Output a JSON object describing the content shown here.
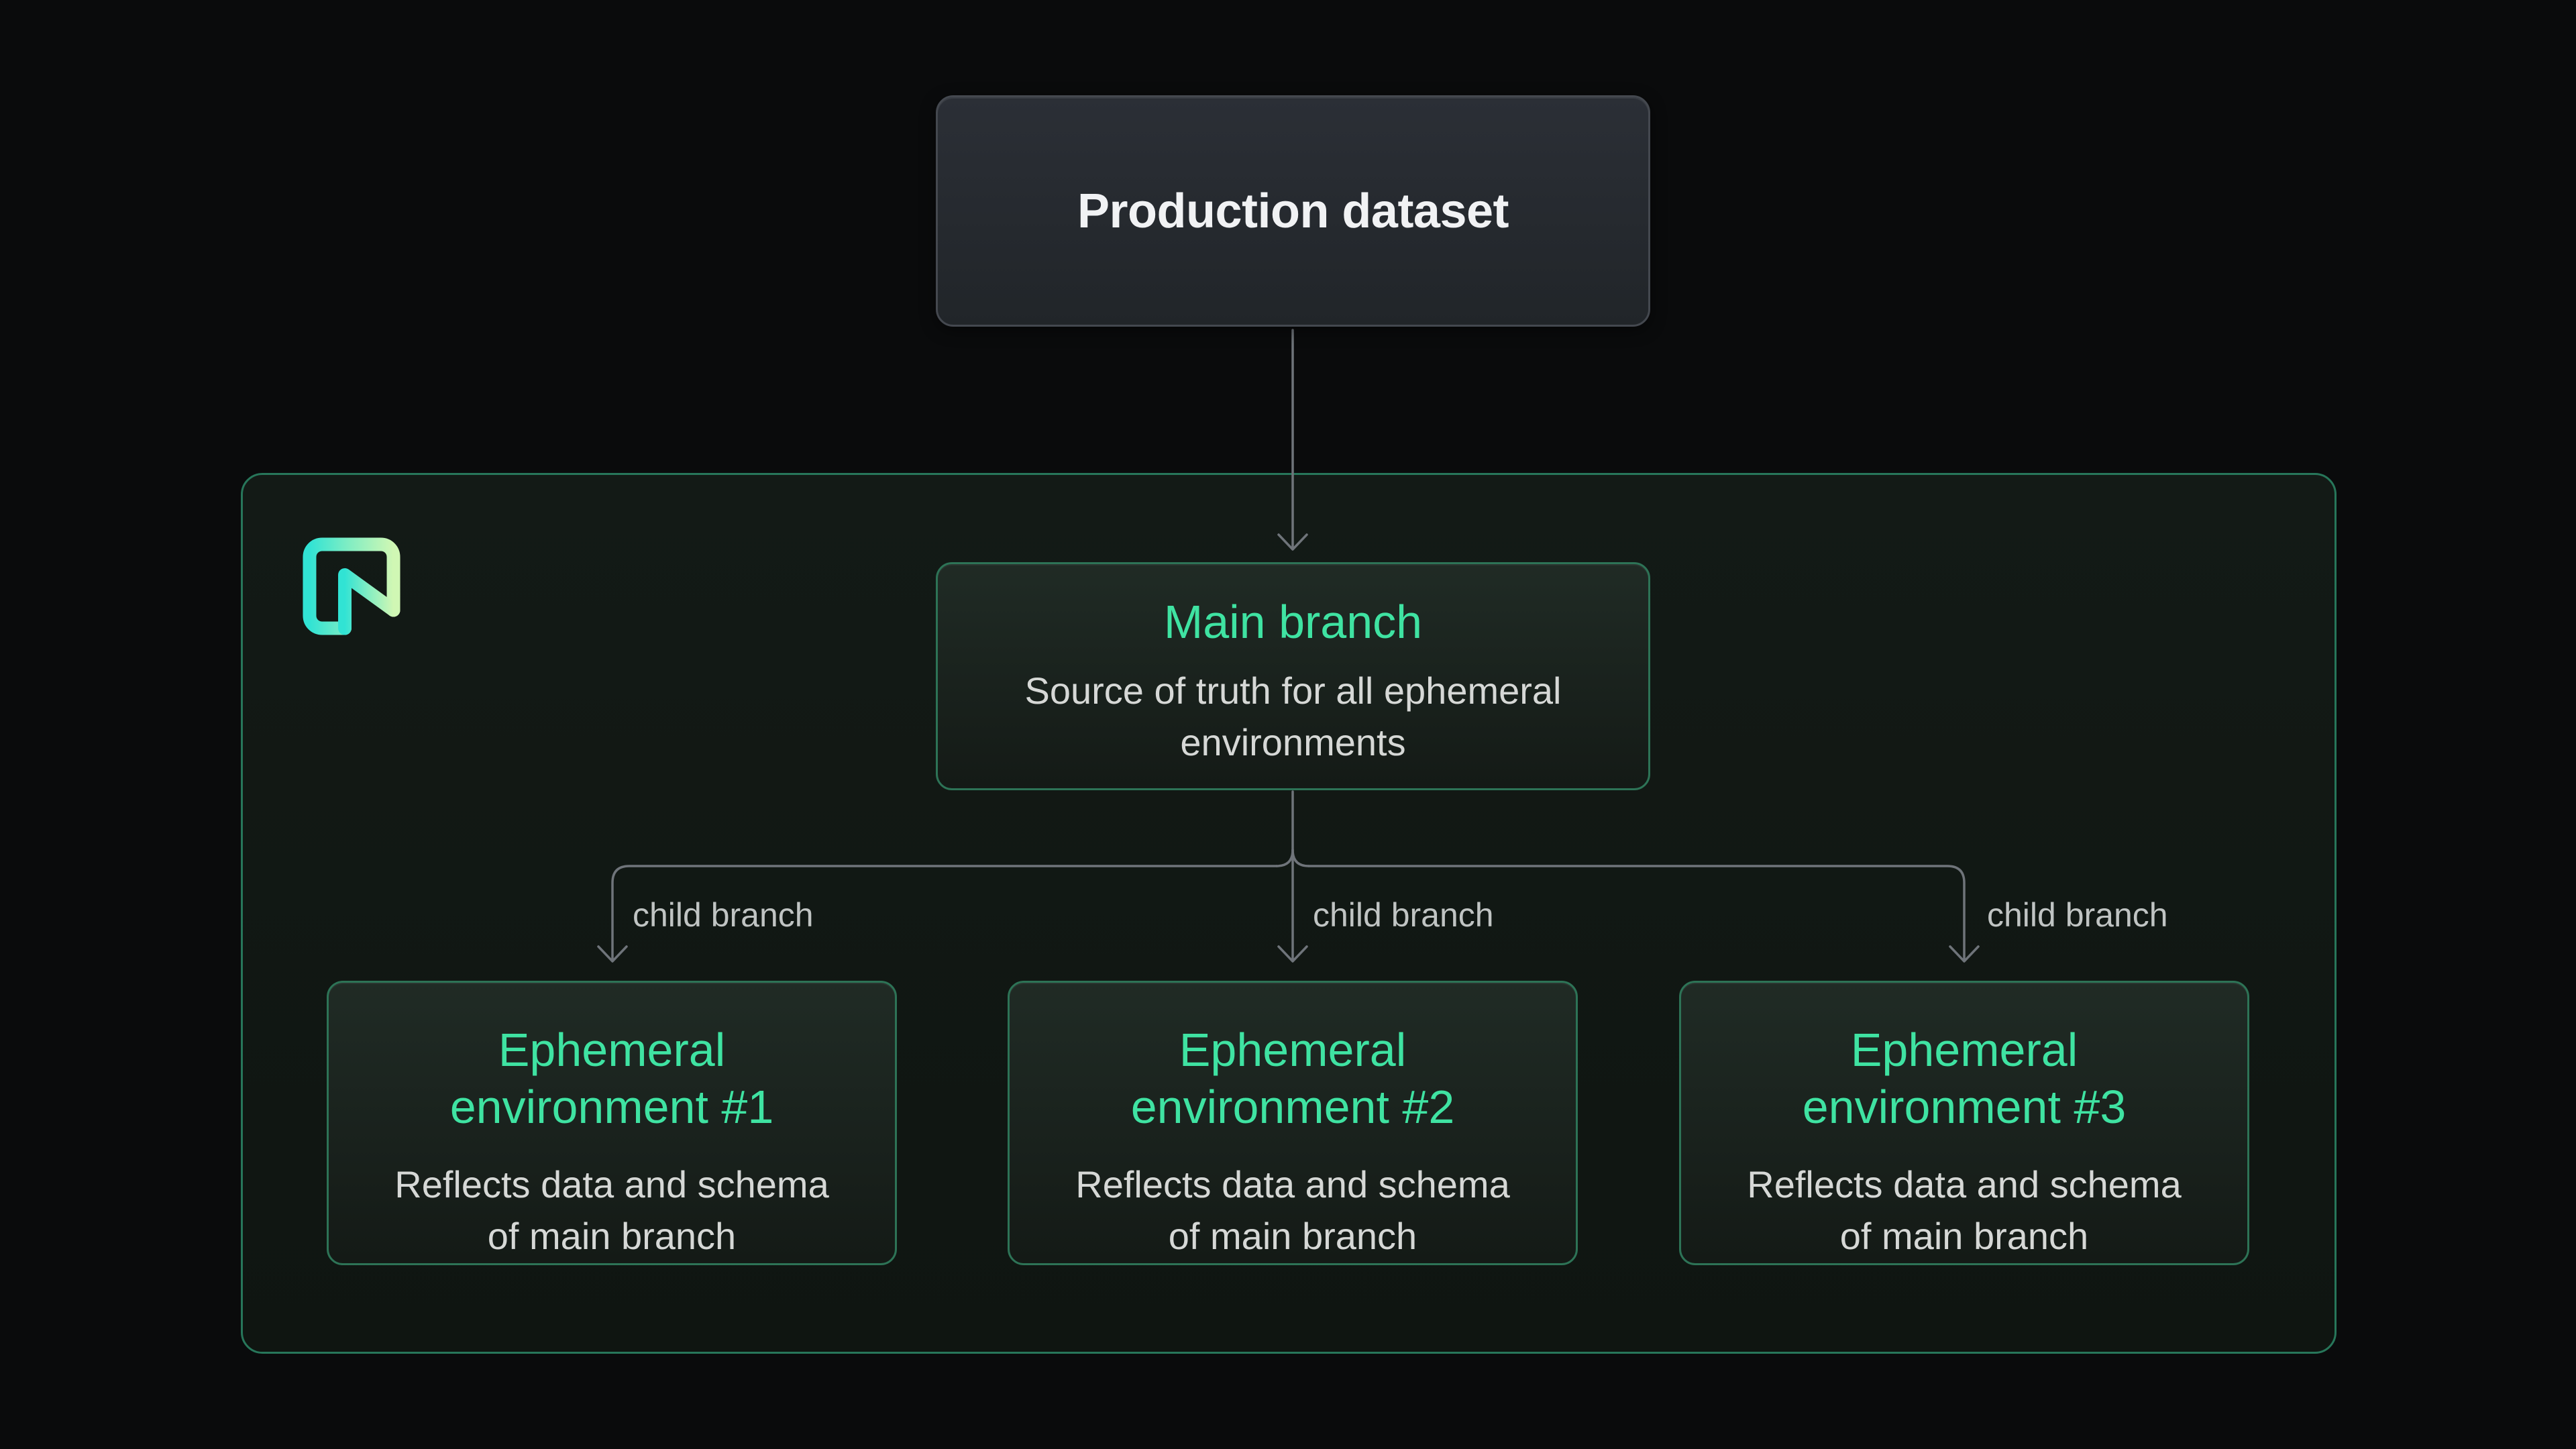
{
  "diagram": {
    "production_box": {
      "title": "Production dataset"
    },
    "main_branch": {
      "title": "Main branch",
      "body_line1": "Source of truth for all ephemeral",
      "body_line2": "environments"
    },
    "edge_labels": [
      "child branch",
      "child branch",
      "child branch"
    ],
    "environments": [
      {
        "title_line1": "Ephemeral",
        "title_line2": "environment #1",
        "body_line1": "Reflects data and schema",
        "body_line2": "of main branch"
      },
      {
        "title_line1": "Ephemeral",
        "title_line2": "environment #2",
        "body_line1": "Reflects data and schema",
        "body_line2": "of main branch"
      },
      {
        "title_line1": "Ephemeral",
        "title_line2": "environment #3",
        "body_line1": "Reflects data and schema",
        "body_line2": "of main branch"
      }
    ],
    "logo": "neon-logo"
  },
  "colors": {
    "bg": "#0a0b0c",
    "container_bg_top": "#131a16",
    "container_bg_bottom": "#0f1511",
    "container_border": "#27765a",
    "prod_bg_top": "#2b2f36",
    "prod_bg_bottom": "#212529",
    "prod_border": "#44484f",
    "prod_text": "#f1f2f4",
    "green_box_bg_top": "#202b25",
    "green_box_bg_bottom": "#141a16",
    "green_box_border": "#2d7356",
    "accent": "#3fe3a2",
    "body_text": "#d6d8d6",
    "label_text": "#c0c4c3",
    "line": "#6f747a",
    "logo_c1": "#31e3d4",
    "logo_c2": "#86eec2",
    "logo_c3": "#d0f7b4"
  }
}
